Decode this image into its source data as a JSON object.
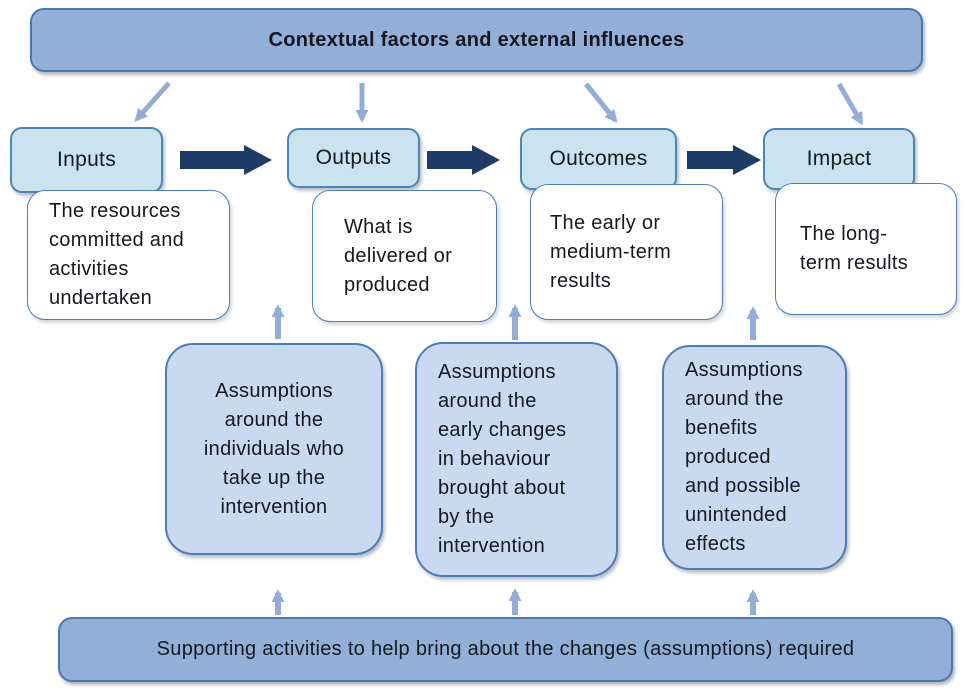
{
  "title_banner": {
    "label": "Contextual factors and external influences"
  },
  "stages": [
    {
      "label": "Inputs",
      "description": "The resources\ncommitted and\nactivities\nundertaken"
    },
    {
      "label": "Outputs",
      "description": "What is\ndelivered or\nproduced"
    },
    {
      "label": "Outcomes",
      "description": "The early or\nmedium-term\nresults"
    },
    {
      "label": "Impact",
      "description": "The long-\nterm results"
    }
  ],
  "assumption_boxes": [
    {
      "text": "Assumptions\naround the\nindividuals who\ntake up the\nintervention"
    },
    {
      "text": "Assumptions\naround the\nearly changes\nin behaviour\nbrought about\nby the\nintervention"
    },
    {
      "text": "Assumptions\naround the\nbenefits\nproduced\nand possible\nunintended\neffects"
    }
  ],
  "support_banner": {
    "label": "Supporting activities to help bring about the changes (assumptions) required"
  },
  "icons": {
    "flow_arrow": "right-arrow-icon",
    "context_arrow": "down-arrow-icon",
    "feedback_arrow": "up-arrow-icon"
  },
  "colors": {
    "banner_fill": "#91afd7",
    "stage_fill": "#c9e4ef",
    "assumption_fill": "#c9d9f0",
    "white_box_fill": "#ffffff",
    "border_blue": "#4a7ebb",
    "dark_arrow": "#1e3a66",
    "light_arrow": "#92aed8",
    "text": "#15191f"
  }
}
